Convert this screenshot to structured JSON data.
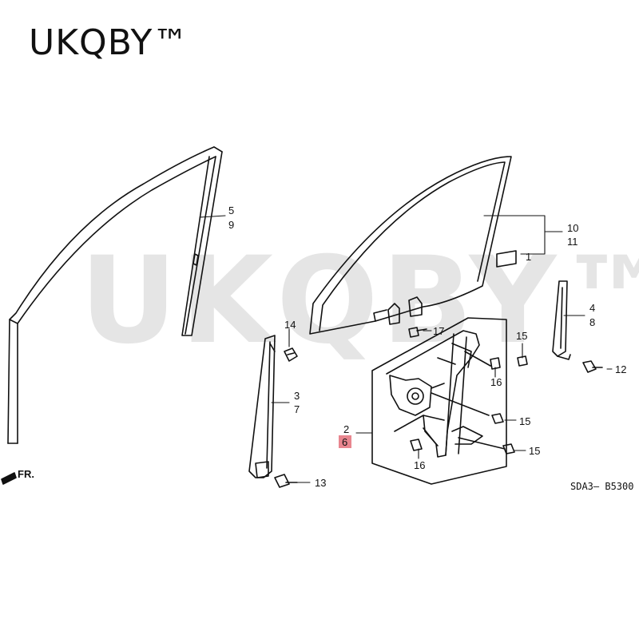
{
  "brand": {
    "text": "UKQBY™"
  },
  "watermark": {
    "text": "UKQBY™"
  },
  "diagram_code": "SDA3— B5300",
  "front_marker": "FR.",
  "highlight_color": "#e8868f",
  "callouts": [
    {
      "id": "c5",
      "text": "5"
    },
    {
      "id": "c9",
      "text": "9"
    },
    {
      "id": "c10",
      "text": "10"
    },
    {
      "id": "c11",
      "text": "11"
    },
    {
      "id": "c1",
      "text": "1"
    },
    {
      "id": "c4",
      "text": "4"
    },
    {
      "id": "c8",
      "text": "8"
    },
    {
      "id": "c12",
      "text": "12"
    },
    {
      "id": "c14",
      "text": "14"
    },
    {
      "id": "c17",
      "text": "17"
    },
    {
      "id": "c3",
      "text": "3"
    },
    {
      "id": "c7",
      "text": "7"
    },
    {
      "id": "c13",
      "text": "13"
    },
    {
      "id": "c15a",
      "text": "15"
    },
    {
      "id": "c16a",
      "text": "16"
    },
    {
      "id": "c15b",
      "text": "15"
    },
    {
      "id": "c2",
      "text": "2"
    },
    {
      "id": "c6",
      "text": "6",
      "highlighted": true
    },
    {
      "id": "c16b",
      "text": "16"
    },
    {
      "id": "c15c",
      "text": "15"
    }
  ]
}
